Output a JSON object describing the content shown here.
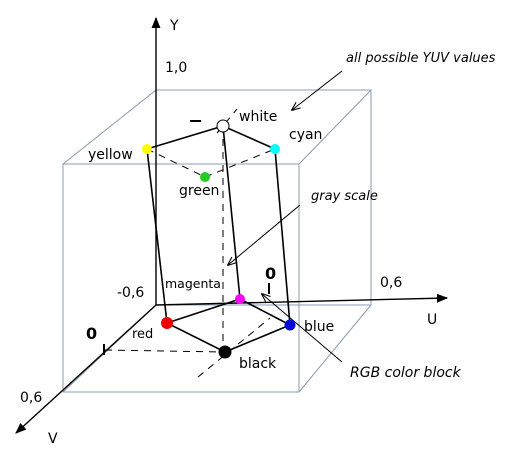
{
  "axes": {
    "y_label": "Y",
    "u_label": "U",
    "v_label": "V",
    "y_max": "1,0",
    "u_max": "0,6",
    "u_min": "-0,6",
    "v_max": "0,6",
    "zero_a": "0",
    "zero_b": "0"
  },
  "annotations": {
    "yuv_values": "all possible YUV values",
    "gray_scale": "gray scale",
    "rgb_block": "RGB color block"
  },
  "colors": {
    "white": "#ffffff",
    "yellow": "#ffff00",
    "cyan": "#00ffff",
    "green": "#22cc22",
    "magenta": "#ff00ff",
    "red": "#ee0000",
    "blue": "#0000dd",
    "black": "#000000",
    "box": "#8a9bb0"
  },
  "vertices": {
    "white": "white",
    "yellow": "yellow",
    "cyan": "cyan",
    "green": "green",
    "magenta": "magenta",
    "red": "red",
    "blue": "blue",
    "black": "black"
  }
}
